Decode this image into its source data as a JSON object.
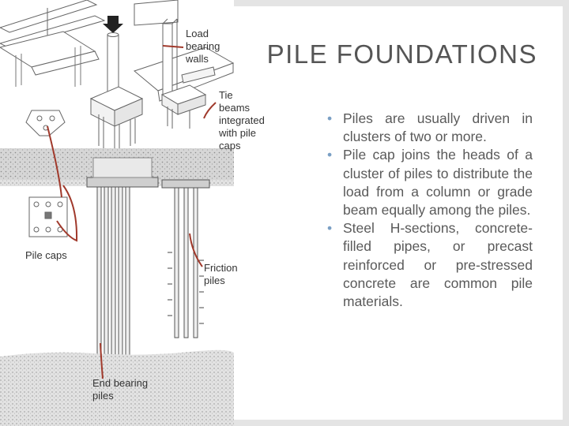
{
  "slide": {
    "title": "PILE FOUNDATIONS",
    "bullets": [
      "Piles are usually driven in clusters of two or more.",
      "Pile cap joins the heads of a cluster of piles to distribute the load from a column or grade beam equally among the piles.",
      "Steel H-sections, concrete-filled pipes, or precast reinforced or pre-stressed concrete are common pile materials."
    ]
  },
  "figure": {
    "labels": {
      "load_bearing_walls": [
        "Load bearing",
        "walls"
      ],
      "tie_beams": [
        "Tie beams",
        "integrated",
        "with pile",
        "caps"
      ],
      "pile_caps": "Pile caps",
      "friction_piles": "Friction piles",
      "end_bearing_piles": [
        "End bearing",
        "piles"
      ]
    },
    "accent_color": "#a0392b"
  }
}
